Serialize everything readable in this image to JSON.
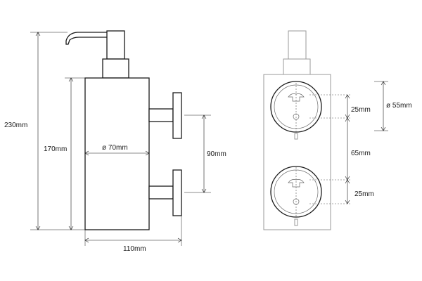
{
  "dimensions": {
    "total_height": "230mm",
    "body_height": "170mm",
    "diameter_body": "ø 70mm",
    "bracket_spacing": "90mm",
    "depth": "110mm",
    "plate_diameter": "ø 55mm",
    "screw_gap_top": "25mm",
    "plate_spacing": "65mm",
    "screw_gap_bottom": "25mm"
  },
  "colors": {
    "line": "#1a1a1a",
    "ghost_line": "#9a9a9a",
    "background": "#ffffff"
  }
}
